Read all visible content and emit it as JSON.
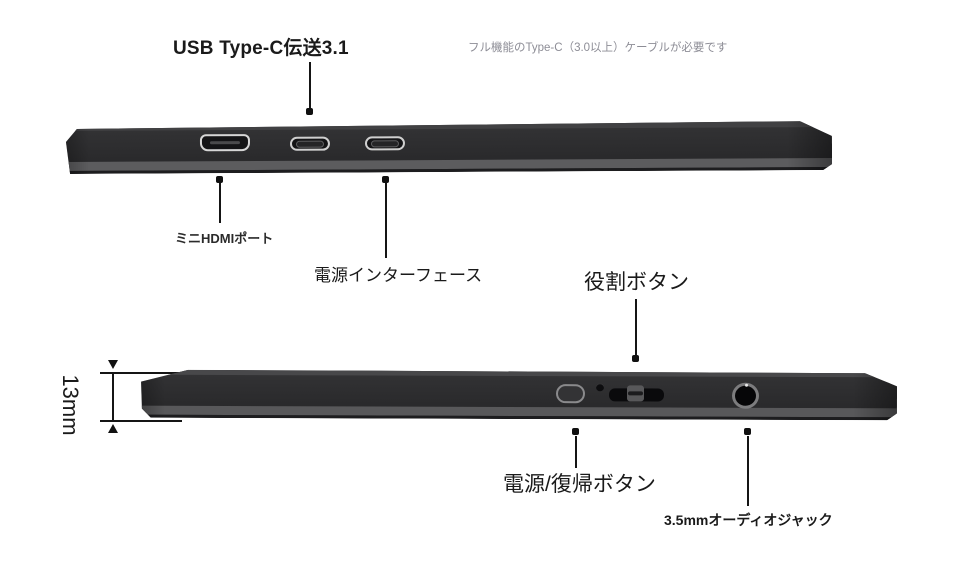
{
  "annotations": {
    "usb_typec": "USB Type-C伝送3.1",
    "cable_note": "フル機能のType-C（3.0以上）ケーブルが必要です",
    "mini_hdmi": "ミニHDMIポート",
    "power_interface": "電源インターフェース",
    "role_button": "役割ボタン",
    "power_resume_button": "電源/復帰ボタン",
    "audio_jack": "3.5mmオーディオジャック",
    "thickness": "13mm"
  },
  "device": {
    "top_edge_ports": [
      "mini-hdmi",
      "usb-c",
      "usb-c"
    ],
    "bottom_edge_features": [
      "power-resume-button",
      "led-indicator",
      "role-slider",
      "3.5mm-audio-jack"
    ]
  },
  "colors": {
    "background": "#ffffff",
    "label_text": "#1a1a1a",
    "note_text": "#8d8d96",
    "device_body": "#29292b",
    "device_top_strip": "#414143",
    "device_bottom_strip": "#5c5c5e",
    "port_outline": "#d6d6d6",
    "annotation_line": "#151515"
  }
}
